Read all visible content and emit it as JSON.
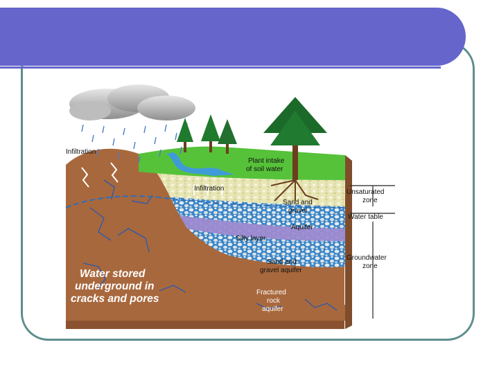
{
  "diagram": {
    "labels": {
      "infiltration_top": "Infiltration",
      "infiltration_mid": "Infiltration",
      "plant_intake_1": "Plant intake",
      "plant_intake_2": "of soil water",
      "sand_gravel_1": "Sand and",
      "sand_gravel_2": "gravel",
      "aquifer": "Aquifer",
      "silty_layer": "Silty layer",
      "sand_gravel_aquifer_1": "Sand and",
      "sand_gravel_aquifer_2": "gravel aquifer",
      "fractured_1": "Fractured",
      "fractured_2": "rock",
      "fractured_3": "aquifer",
      "unsaturated_1": "Unsaturated",
      "unsaturated_2": "zone",
      "water_table": "Water table",
      "groundwater_1": "Groundwater",
      "groundwater_2": "zone",
      "stored_1": "Water stored",
      "stored_2": "underground in",
      "stored_3": "cracks and pores"
    },
    "colors": {
      "title_bar": "#6565cc",
      "frame_border": "#5f8d8e",
      "soil": "#a8683d",
      "grass": "#56c23a",
      "water": "#3e8fcf",
      "silty_layer": "#9c8ad0",
      "sand": "#e9e7b8"
    }
  }
}
